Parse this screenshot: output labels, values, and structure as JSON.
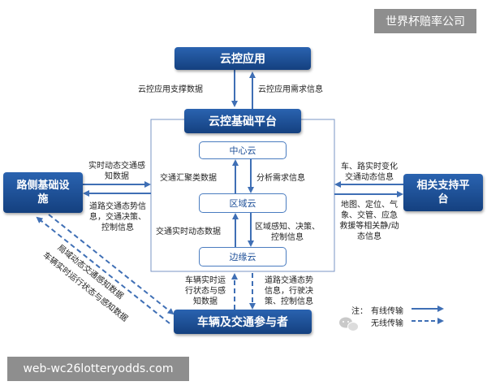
{
  "watermark_top": "世界杯赔率公司",
  "watermark_bottom": "web-wc26lotteryodds.com",
  "nodes": {
    "cloud_app": "云控应用",
    "cloud_platform": "云控基础平台",
    "center_cloud": "中心云",
    "region_cloud": "区域云",
    "edge_cloud": "边缘云",
    "roadside": [
      "路侧基础设",
      "施"
    ],
    "support": [
      "相关支持平",
      "台"
    ],
    "vehicle": "车辆及交通参与者"
  },
  "labels": {
    "app_support_data": "云控应用支撑数据",
    "app_demand_info": "云控应用需求信息",
    "traffic_agg": "交通汇聚类数据",
    "analysis_demand": "分析需求信息",
    "traffic_rt": "交通实时动态数据",
    "region_sense": [
      "区域感知、决策、",
      "控制信息"
    ],
    "rt_dynamic_left": [
      "实时动态交通感",
      "知数据"
    ],
    "road_situation_left": [
      "道路交通态势信",
      "息，交通决策、",
      "控制信息"
    ],
    "car_road_change": [
      "车、路实时变化",
      "交通动态信息"
    ],
    "map_info": [
      "地图、定位、气",
      "象、交管、应急",
      "救援等相关静/动",
      "态信息"
    ],
    "vehicle_run_up": [
      "车辆实时运",
      "行状态与感",
      "知数据"
    ],
    "road_situation_down": [
      "道路交通态势",
      "信息，行驶决",
      "策、控制信息"
    ],
    "local_dynamic": "局域动态交通感知数据",
    "vehicle_realtime": "车辆实时运行状态与感知数据"
  },
  "legend": {
    "title": "注：",
    "wired": "有线传输",
    "wireless": "无线传输"
  }
}
